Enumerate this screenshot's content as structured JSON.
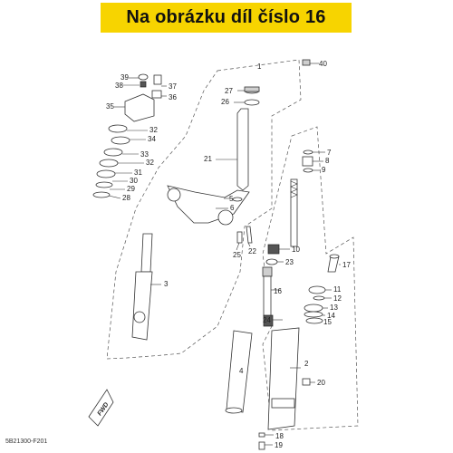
{
  "header": {
    "title": "Na obrázku díl číslo 16",
    "color": "#f7d400"
  },
  "diagram_code": "5B21300-F201",
  "fwd_label": "FWD",
  "callouts": [
    {
      "id": "c1",
      "text": "1"
    },
    {
      "id": "c2",
      "text": "2"
    },
    {
      "id": "c3",
      "text": "3"
    },
    {
      "id": "c4",
      "text": "4"
    },
    {
      "id": "c5",
      "text": "5"
    },
    {
      "id": "c6",
      "text": "6"
    },
    {
      "id": "c7",
      "text": "7"
    },
    {
      "id": "c8",
      "text": "8"
    },
    {
      "id": "c9",
      "text": "9"
    },
    {
      "id": "c10",
      "text": "10"
    },
    {
      "id": "c11",
      "text": "11"
    },
    {
      "id": "c12",
      "text": "12"
    },
    {
      "id": "c13",
      "text": "13"
    },
    {
      "id": "c14",
      "text": "14"
    },
    {
      "id": "c15",
      "text": "15"
    },
    {
      "id": "c16",
      "text": "16"
    },
    {
      "id": "c17",
      "text": "17"
    },
    {
      "id": "c18",
      "text": "18"
    },
    {
      "id": "c19",
      "text": "19"
    },
    {
      "id": "c20",
      "text": "20"
    },
    {
      "id": "c21",
      "text": "21"
    },
    {
      "id": "c22",
      "text": "22"
    },
    {
      "id": "c23",
      "text": "23"
    },
    {
      "id": "c24",
      "text": "24"
    },
    {
      "id": "c25",
      "text": "25"
    },
    {
      "id": "c26",
      "text": "26"
    },
    {
      "id": "c27",
      "text": "27"
    },
    {
      "id": "c28",
      "text": "28"
    },
    {
      "id": "c29",
      "text": "29"
    },
    {
      "id": "c30",
      "text": "30"
    },
    {
      "id": "c31",
      "text": "31"
    },
    {
      "id": "c32a",
      "text": "32"
    },
    {
      "id": "c32b",
      "text": "32"
    },
    {
      "id": "c33",
      "text": "33"
    },
    {
      "id": "c34",
      "text": "34"
    },
    {
      "id": "c35",
      "text": "35"
    },
    {
      "id": "c36",
      "text": "36"
    },
    {
      "id": "c37",
      "text": "37"
    },
    {
      "id": "c38",
      "text": "38"
    },
    {
      "id": "c39",
      "text": "39"
    },
    {
      "id": "c40",
      "text": "40"
    }
  ]
}
